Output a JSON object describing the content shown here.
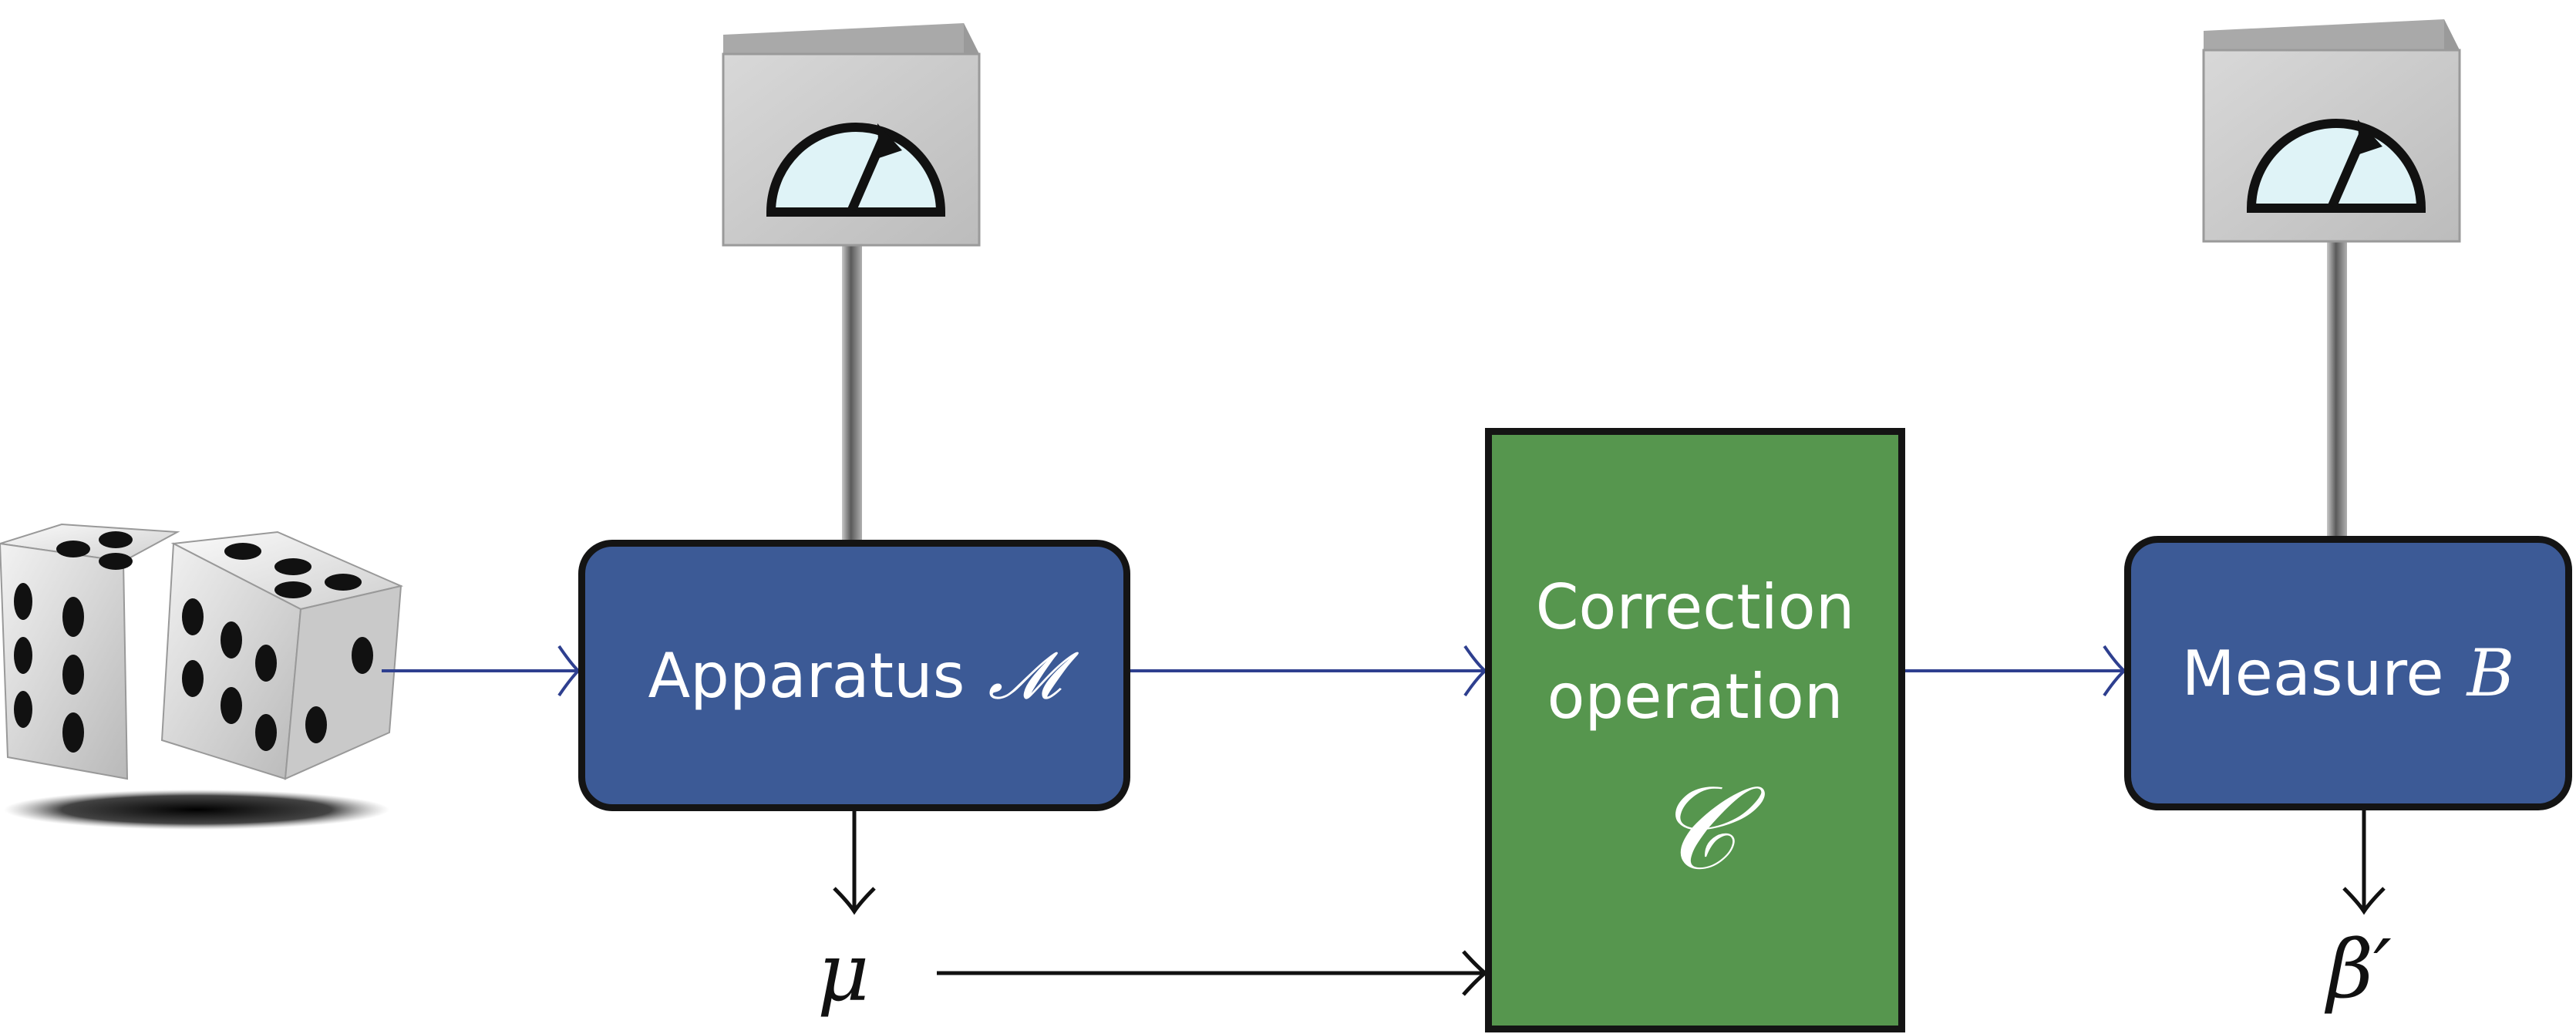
{
  "apparatus": {
    "label": "Apparatus",
    "symbol": "𝓜"
  },
  "correction": {
    "line1": "Correction",
    "line2": "operation",
    "symbol": "𝒞"
  },
  "measure": {
    "label": "Measure",
    "symbol": "B"
  },
  "outputs": {
    "apparatus_output": "μ",
    "measure_output": "β′"
  },
  "icons": [
    "dice-icon",
    "meter-icon",
    "meter-icon"
  ],
  "colors": {
    "apparatus": "#3c5a96",
    "measure": "#3c5a96",
    "correction": "#56964e",
    "flow_arrow": "#2e3f8f",
    "classical_arrow": "#111111"
  }
}
